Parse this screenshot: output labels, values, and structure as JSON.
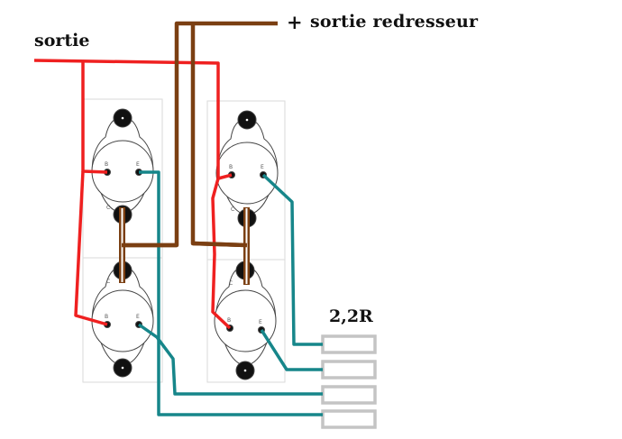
{
  "labels": {
    "output": "sortie",
    "plus": "+",
    "rectifier_output": "sortie  redresseur",
    "resistor_value": "2,2R"
  },
  "transistors": [
    {
      "id": "T1",
      "pin_b": "B",
      "pin_e": "E",
      "case": "C"
    },
    {
      "id": "T2",
      "pin_b": "B",
      "pin_e": "E",
      "case": "C"
    },
    {
      "id": "T3",
      "pin_b": "B",
      "pin_e": "E",
      "case": "C"
    },
    {
      "id": "T4",
      "pin_b": "B",
      "pin_e": "E",
      "case": "C"
    }
  ],
  "resistors": [
    {
      "id": "R1",
      "value": "2,2R"
    },
    {
      "id": "R2",
      "value": "2,2R"
    },
    {
      "id": "R3",
      "value": "2,2R"
    },
    {
      "id": "R4",
      "value": "2,2R"
    }
  ],
  "colors": {
    "output_wire": "#ef2020",
    "supply_wire": "#7b3f12",
    "emitter_wire": "#16868a",
    "resistor": "#c8c8c8",
    "transistor_outline": "#444444",
    "heatsink_outline": "#d8d8d8"
  }
}
